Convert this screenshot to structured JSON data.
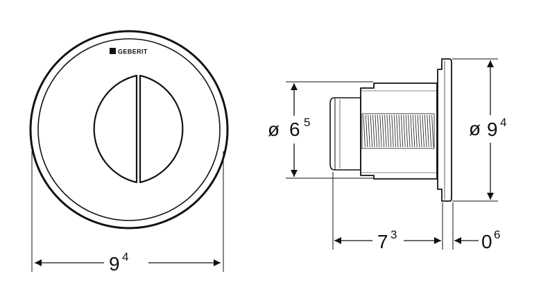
{
  "front_view": {
    "brand": "GEBERIT",
    "width_dim": {
      "main": "9",
      "sup": "4"
    }
  },
  "side_view": {
    "outer_diameter_dim": {
      "prefix": "ø",
      "main": "9",
      "sup": "4"
    },
    "inner_diameter_dim": {
      "prefix": "ø",
      "main": "6",
      "sup": "5"
    },
    "body_depth_dim": {
      "main": "7",
      "sup": "3"
    },
    "flange_thickness_dim": {
      "main": "0",
      "sup": "6"
    }
  }
}
